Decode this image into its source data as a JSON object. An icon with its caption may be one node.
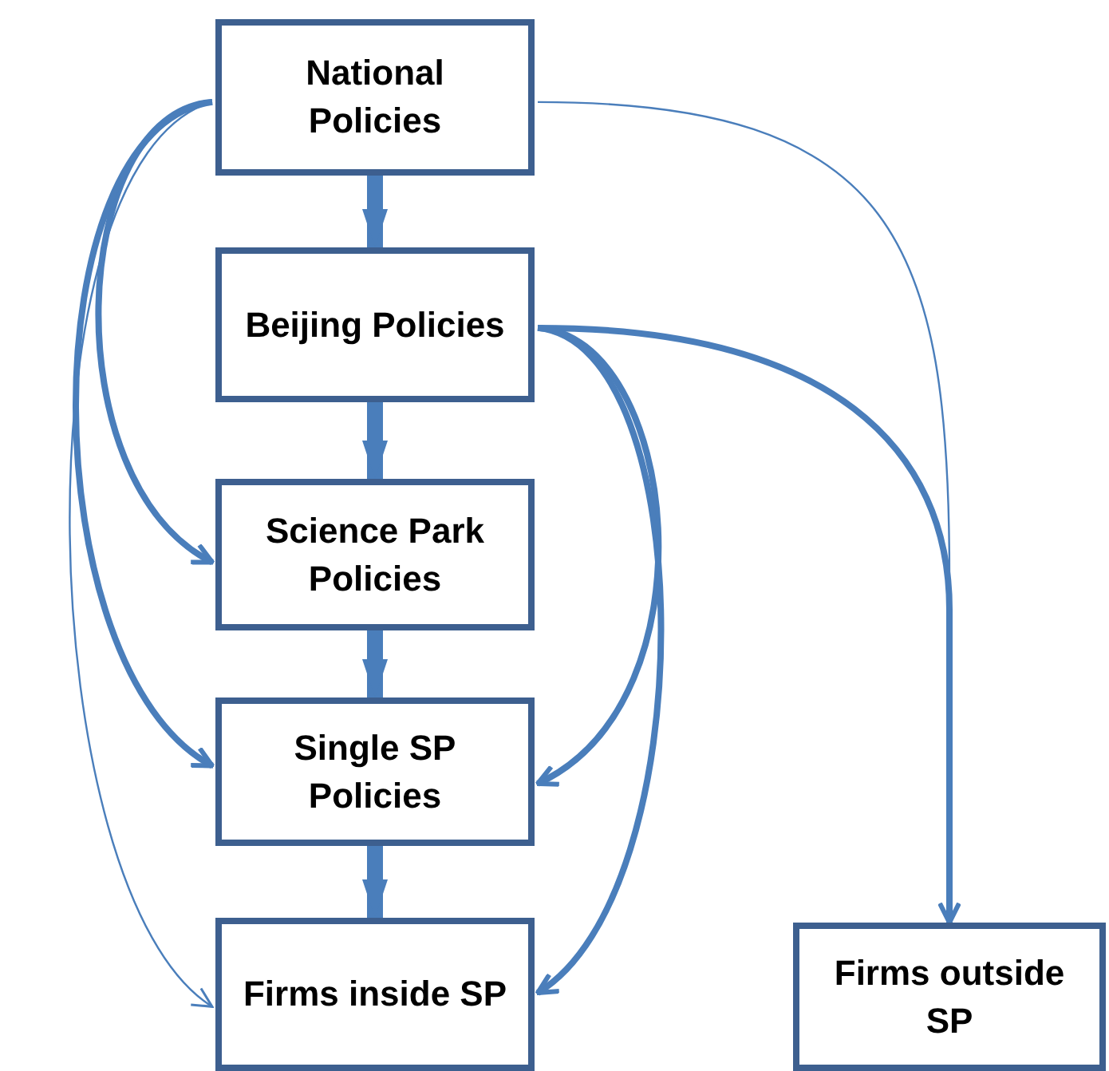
{
  "diagram": {
    "nodes": [
      {
        "text": [
          "National Policies"
        ]
      },
      {
        "text": [
          "Beijing Policies"
        ]
      },
      {
        "text": [
          "Science Park Policies"
        ]
      },
      {
        "text": [
          "Single SP Policies"
        ]
      },
      {
        "text": [
          "Firms inside SP"
        ]
      },
      {
        "text": [
          "Firms outside SP"
        ]
      }
    ],
    "edges": [
      {
        "from": 0,
        "to": 1,
        "arrow": "to",
        "style": "thick"
      },
      {
        "from": 1,
        "to": 2,
        "arrow": "to",
        "style": "thick"
      },
      {
        "from": 2,
        "to": 3,
        "arrow": "to",
        "style": "thick"
      },
      {
        "from": 3,
        "to": 4,
        "arrow": "to",
        "style": "thick"
      },
      {
        "from": 0,
        "to": 2,
        "arrow": "to"
      },
      {
        "from": 0,
        "to": 3,
        "arrow": "to"
      },
      {
        "from": 0,
        "to": 4,
        "arrow": "to"
      },
      {
        "from": 0,
        "to": 5,
        "arrow": "to"
      },
      {
        "from": 1,
        "to": 5,
        "arrow": "to"
      },
      {
        "from": 1,
        "to": 3,
        "arrow": "to"
      },
      {
        "from": 1,
        "to": 4,
        "arrow": "to"
      }
    ]
  }
}
